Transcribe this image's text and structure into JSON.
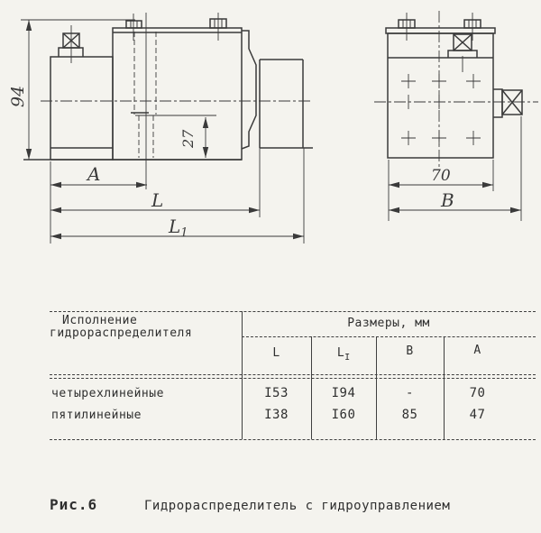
{
  "page": {
    "paper_color": "#f4f3ee",
    "ink_color": "#3a3a3a"
  },
  "figure": {
    "front_view": {
      "dim_height": "94",
      "dim_spool": "27",
      "dim_a": "A",
      "dim_l": "L",
      "dim_l1_main": "L",
      "dim_l1_sub": "1"
    },
    "side_view": {
      "dim_width": "70",
      "dim_b": "B"
    }
  },
  "table": {
    "col1_header": [
      "Исполнение",
      "гидрораспределителя"
    ],
    "group_header": "Размеры, мм",
    "columns": {
      "l": "L",
      "l1_main": "L",
      "l1_sub": "I",
      "b": "B",
      "a": "A"
    },
    "rows": [
      {
        "name": "четырехлинейные",
        "l": "I53",
        "l1": "I94",
        "b": "-",
        "a": "70"
      },
      {
        "name": "пятилинейные",
        "l": "I38",
        "l1": "I60",
        "b": "85",
        "a": "47"
      }
    ]
  },
  "caption": {
    "fig_number": "Рис.6",
    "title": "Гидрораспределитель с гидроуправлением"
  }
}
